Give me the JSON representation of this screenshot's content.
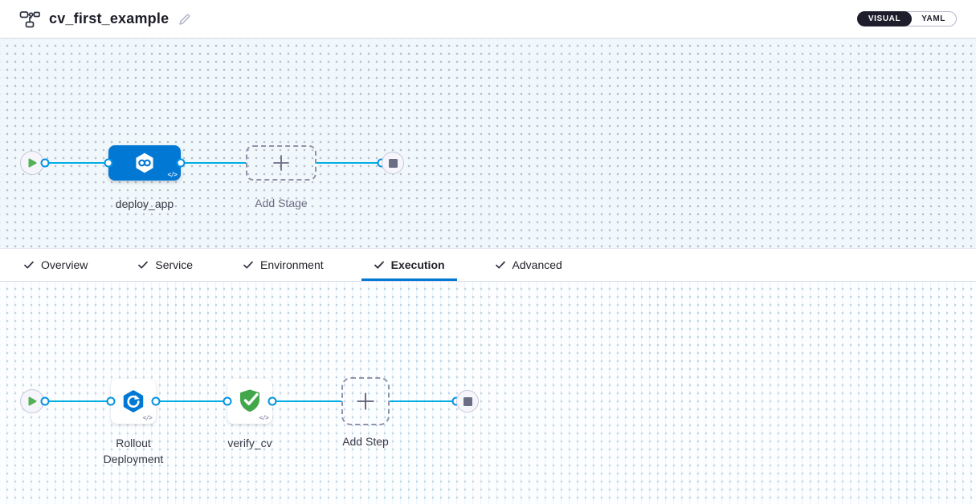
{
  "header": {
    "title": "cv_first_example",
    "view_toggle": {
      "selected": "VISUAL",
      "options": [
        {
          "label": "VISUAL"
        },
        {
          "label": "YAML"
        }
      ]
    }
  },
  "stage_canvas": {
    "start_icon": "play-icon",
    "end_icon": "stop-icon",
    "stage": {
      "label": "deploy_app",
      "icon": "harness-cd-hexagon-infinity-icon",
      "code_glyph": "</>"
    },
    "add_stage": {
      "label": "Add Stage",
      "icon": "plus-icon"
    }
  },
  "tabs": [
    {
      "label": "Overview",
      "checked": true,
      "active": false
    },
    {
      "label": "Service",
      "checked": true,
      "active": false
    },
    {
      "label": "Environment",
      "checked": true,
      "active": false
    },
    {
      "label": "Execution",
      "checked": true,
      "active": true
    },
    {
      "label": "Advanced",
      "checked": true,
      "active": false
    }
  ],
  "execution_canvas": {
    "steps": [
      {
        "label": "Rollout Deployment",
        "icon": "k8s-rollout-icon",
        "code_glyph": "</>"
      },
      {
        "label": "verify_cv",
        "icon": "shield-check-icon",
        "code_glyph": "</>"
      }
    ],
    "add_step": {
      "label": "Add Step",
      "icon": "plus-icon"
    }
  },
  "colors": {
    "primary_blue": "#0278d5",
    "connector_line": "#00ade4",
    "connector_dot_border": "#0092e4",
    "success_green": "#42a74b",
    "play_green": "#55b158",
    "toggle_active_bg": "#1d1d2c",
    "tab_underline": "#0278d5"
  }
}
